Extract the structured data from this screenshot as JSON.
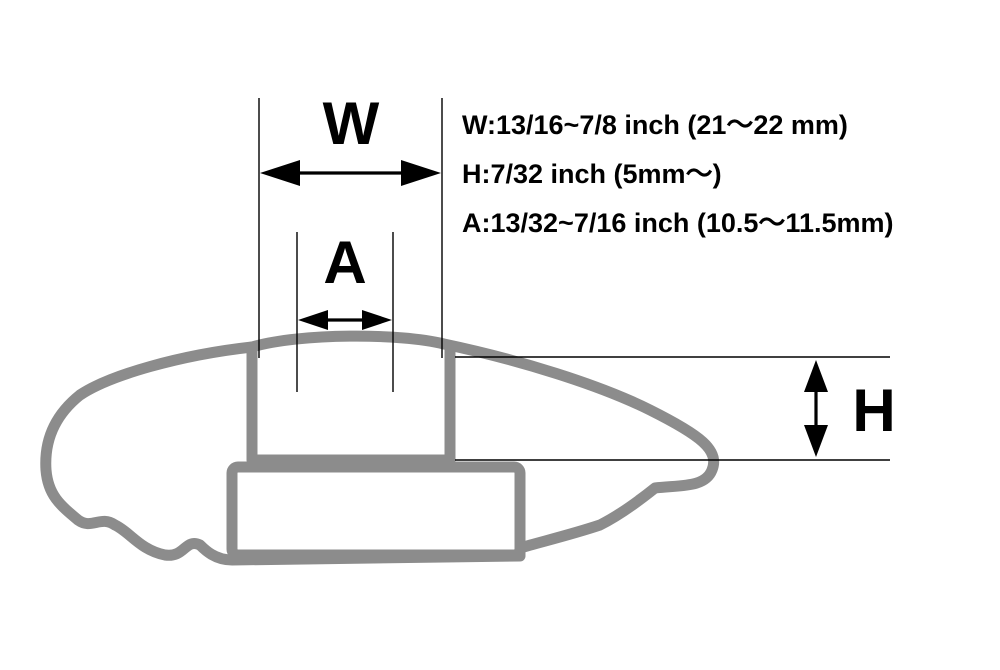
{
  "labels": {
    "w": "W",
    "a": "A",
    "h": "H"
  },
  "specs": {
    "w": "W:13/16~7/8 inch (21～22 mm)",
    "h": "H:7/32 inch (5mm～)",
    "a": "A:13/32~7/16 inch (10.5～11.5mm)"
  },
  "colors": {
    "profile": "#8c8c8c",
    "ink": "#000000",
    "background": "#ffffff"
  }
}
